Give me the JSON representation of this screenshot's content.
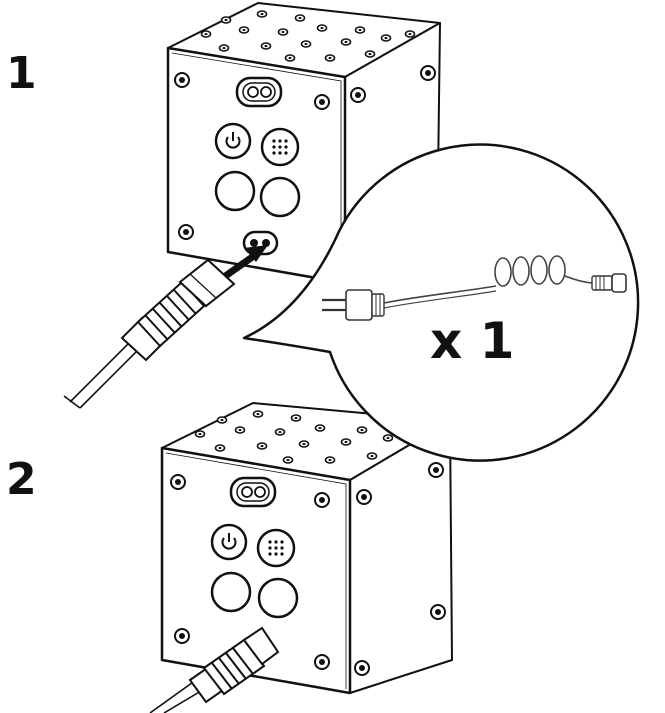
{
  "steps": [
    {
      "number": "1"
    },
    {
      "number": "2"
    }
  ],
  "callout": {
    "quantity": "x 1"
  },
  "colors": {
    "line": "#111111",
    "fill": "#ffffff",
    "connector": "#444444"
  }
}
